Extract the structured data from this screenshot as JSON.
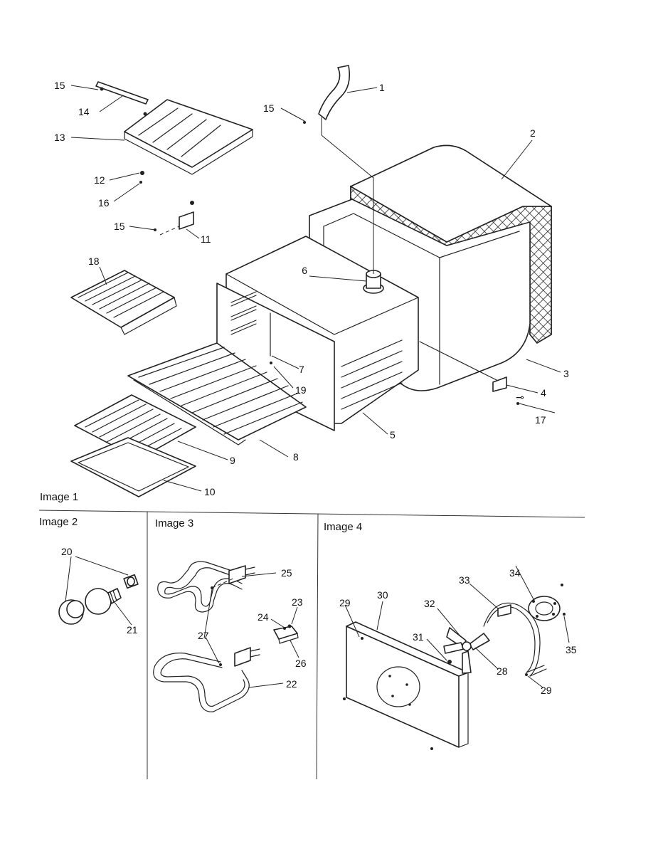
{
  "sections": {
    "image1": "Image 1",
    "image2": "Image 2",
    "image3": "Image 3",
    "image4": "Image 4"
  },
  "callouts": {
    "c1": "1",
    "c2": "2",
    "c3": "3",
    "c4": "4",
    "c5": "5",
    "c6": "6",
    "c7": "7",
    "c8": "8",
    "c9": "9",
    "c10": "10",
    "c11": "11",
    "c12": "12",
    "c13": "13",
    "c14": "14",
    "c15a": "15",
    "c15b": "15",
    "c15c": "15",
    "c16": "16",
    "c17": "17",
    "c18": "18",
    "c19": "19",
    "c20": "20",
    "c21": "21",
    "c22": "22",
    "c23": "23",
    "c24": "24",
    "c25": "25",
    "c26": "26",
    "c27": "27",
    "c28": "28",
    "c29a": "29",
    "c29b": "29",
    "c30": "30",
    "c31": "31",
    "c32": "32",
    "c33": "33",
    "c34": "34",
    "c35": "35"
  },
  "parts": {
    "p1": "vent-tube",
    "p2": "insulation-blanket",
    "p3": "outer-wrapper",
    "p4": "bracket",
    "p5": "oven-cavity",
    "p6": "vent-collar",
    "p7": "sensor-probe",
    "p8": "oven-rack",
    "p9": "broil-pan-grid",
    "p10": "broil-pan",
    "p11": "hinge-bracket",
    "p12": "clip",
    "p13": "oven-top-panel",
    "p14": "support-bar",
    "p15": "screw",
    "p16": "screw",
    "p17": "screw",
    "p18": "half-rack",
    "p19": "screw",
    "p20": "light-lens-and-socket",
    "p21": "light-bulb",
    "p22": "bake-element",
    "p23": "screw",
    "p24": "screw",
    "p25": "broil-element",
    "p26": "terminal-block",
    "p27": "screw",
    "p28": "fan-nut",
    "p29": "screw",
    "p30": "convection-fan-cover",
    "p31": "fan-nut",
    "p32": "fan-blade",
    "p33": "convection-element",
    "p34": "fan-motor",
    "p35": "screw"
  },
  "icons": {
    "insulation": "crosshatch-pattern",
    "fastener": "screw-glyph"
  }
}
